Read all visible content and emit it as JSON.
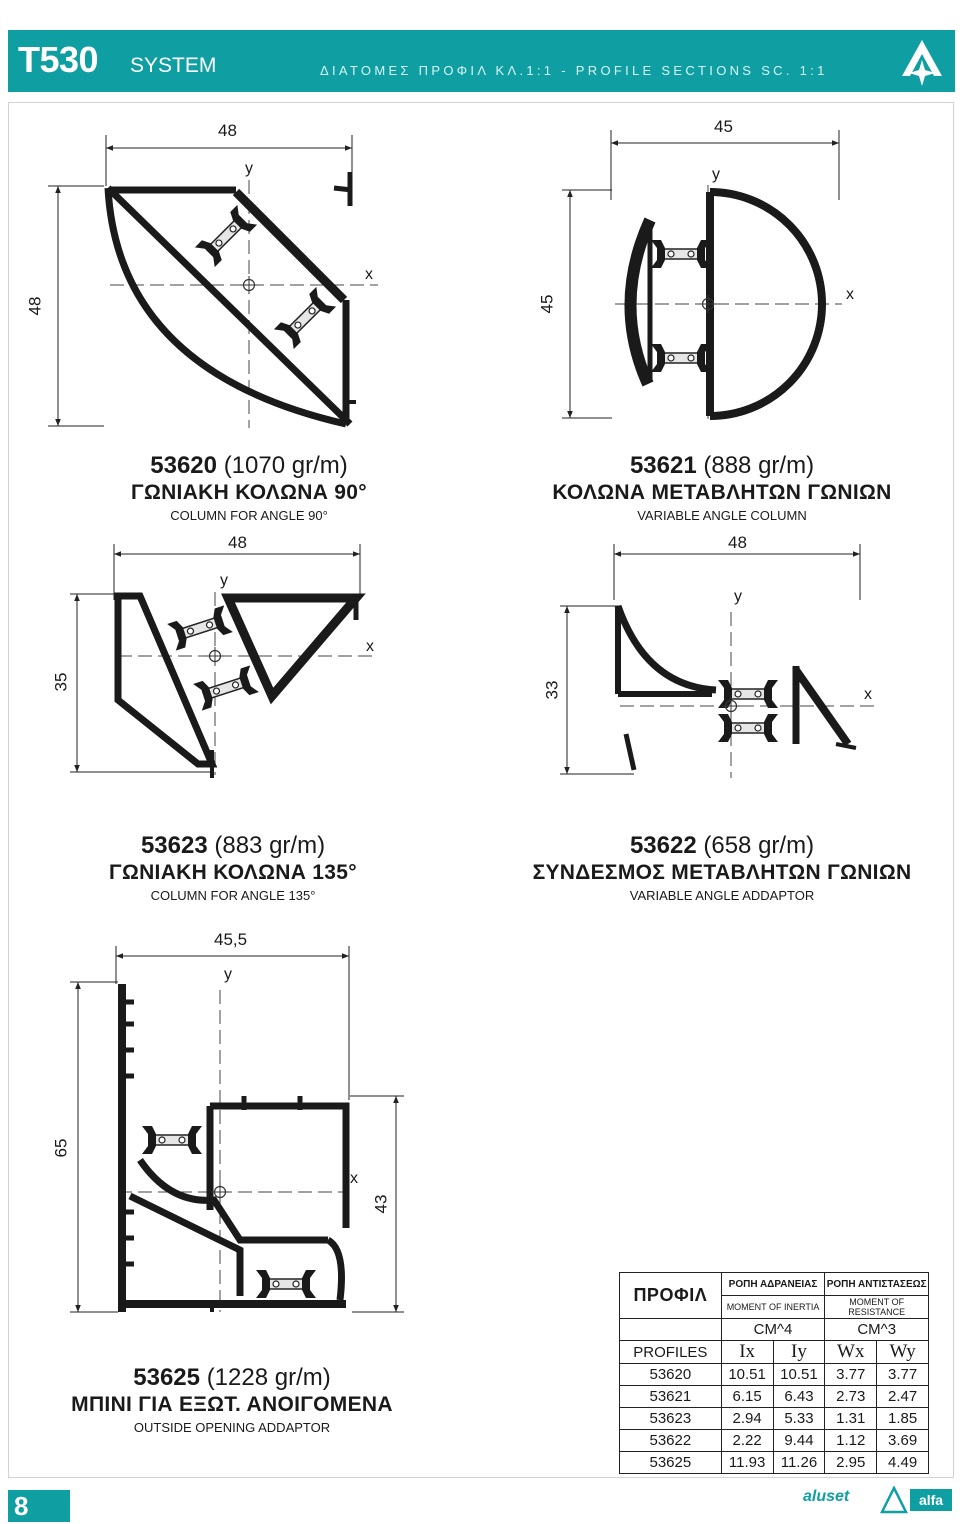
{
  "header": {
    "series": "T530",
    "system": "SYSTEM",
    "subtitle": "ΔΙΑΤΟΜΕΣ ΠΡΟΦΙΛ ΚΛ.1:1 - PROFILE SECTIONS SC. 1:1",
    "logo_icon": "aluset-triangle-logo-icon",
    "accent": "#0f9fa2"
  },
  "profiles": [
    {
      "code": "53620",
      "weight": "(1070 gr/m)",
      "title_gr": "ΓΩΝΙΑΚΗ ΚΟΛΩΝΑ 90°",
      "title_en": "COLUMN FOR ANGLE 90°",
      "dim_w": "48",
      "dim_h": "48"
    },
    {
      "code": "53621",
      "weight": "(888 gr/m)",
      "title_gr": "ΚΟΛΩΝΑ ΜΕΤΑΒΛΗΤΩΝ ΓΩΝΙΩΝ",
      "title_en": "VARIABLE ANGLE COLUMN",
      "dim_w": "45",
      "dim_h": "45"
    },
    {
      "code": "53623",
      "weight": "(883 gr/m)",
      "title_gr": "ΓΩΝΙΑΚΗ ΚΟΛΩΝΑ 135°",
      "title_en": "COLUMN FOR ANGLE 135°",
      "dim_w": "48",
      "dim_h": "35"
    },
    {
      "code": "53622",
      "weight": "(658 gr/m)",
      "title_gr": "ΣΥΝΔΕΣΜΟΣ ΜΕΤΑΒΛΗΤΩΝ ΓΩΝΙΩΝ",
      "title_en": "VARIABLE ANGLE ADDAPTOR",
      "dim_w": "48",
      "dim_h": "33"
    },
    {
      "code": "53625",
      "weight": "(1228 gr/m)",
      "title_gr": "ΜΠΙΝΙ ΓΙΑ ΕΞΩΤ. ΑΝΟΙΓΟΜΕΝΑ",
      "title_en": "OUTSIDE OPENING ADDAPTOR",
      "dim_w": "45,5",
      "dim_h": "65",
      "dim_h2": "43"
    }
  ],
  "axis": {
    "x": "x",
    "y": "y"
  },
  "table": {
    "h_profile_gr": "ΠΡΟΦΙΛ",
    "h_inertia_gr": "ΡΟΠΗ ΑΔΡΑΝΕΙΑΣ",
    "h_resist_gr": "ΡΟΠΗ ΑΝΤΙΣΤΑΣΕΩΣ",
    "h_inertia_en": "MOMENT OF INERTIA",
    "h_resist_en": "MOMENT OF RESISTANCE",
    "unit_inertia": "CM^4",
    "unit_resist": "CM^3",
    "h_profiles_en": "PROFILES",
    "cols": [
      "Ix",
      "Iy",
      "Wx",
      "Wy"
    ],
    "rows": [
      [
        "53620",
        "10.51",
        "10.51",
        "3.77",
        "3.77"
      ],
      [
        "53621",
        "6.15",
        "6.43",
        "2.73",
        "2.47"
      ],
      [
        "53623",
        "2.94",
        "5.33",
        "1.31",
        "1.85"
      ],
      [
        "53622",
        "2.22",
        "9.44",
        "1.12",
        "3.69"
      ],
      [
        "53625",
        "11.93",
        "11.26",
        "2.95",
        "4.49"
      ]
    ]
  },
  "footer": {
    "page": "8",
    "brand": "aluset",
    "brand2": "alfa",
    "brand2_icon": "alfa-logo-icon"
  }
}
